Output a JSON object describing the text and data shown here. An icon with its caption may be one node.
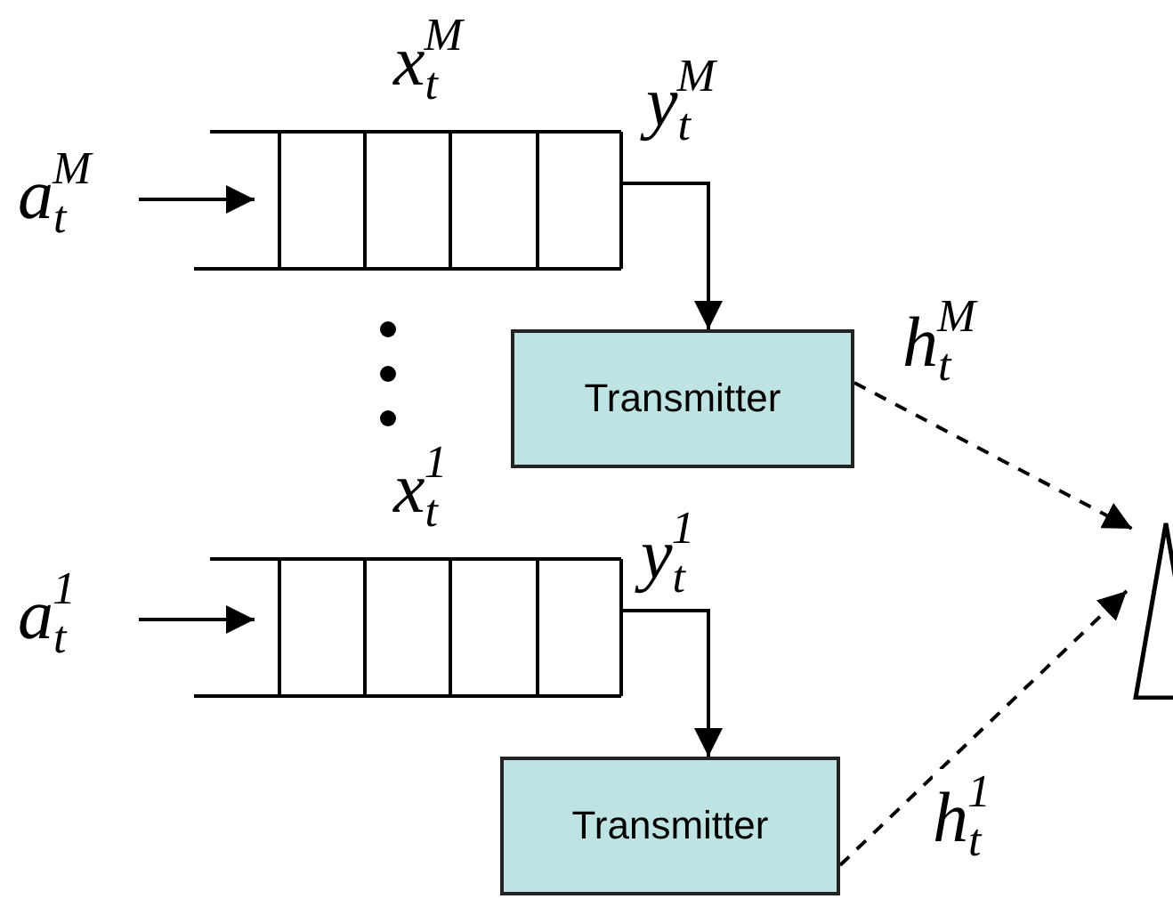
{
  "diagram": {
    "nodes": [
      {
        "text": [
          "a$_{t}$$^{M}$"
        ]
      },
      {
        "text": [
          "x$_{t}$$^{M}$"
        ]
      },
      {
        "text": [
          "Transmitter"
        ]
      },
      {
        "text": [
          "a$_{t}$$^{1}$"
        ]
      },
      {
        "text": [
          "x$_{t}$$^{1}$"
        ]
      },
      {
        "text": [
          "Transmitter"
        ]
      },
      {
        "text": [],
        "shape": "triangle"
      }
    ],
    "edges": [
      {
        "from": 0,
        "to": 1,
        "arrow": "to"
      },
      {
        "from": 1,
        "to": 2,
        "arrow": "to",
        "label": "y$_{t}$$^{M}$"
      },
      {
        "from": 2,
        "to": 6,
        "arrow": "to",
        "style": "dashed",
        "label": "h$_{t}$$^{M}$"
      },
      {
        "from": 3,
        "to": 4,
        "arrow": "to"
      },
      {
        "from": 4,
        "to": 5,
        "arrow": "to",
        "label": "y$_{t}$$^{1}$"
      },
      {
        "from": 5,
        "to": 6,
        "arrow": "to",
        "style": "dashed",
        "label": "h$_{t}$$^{1}$"
      }
    ]
  }
}
